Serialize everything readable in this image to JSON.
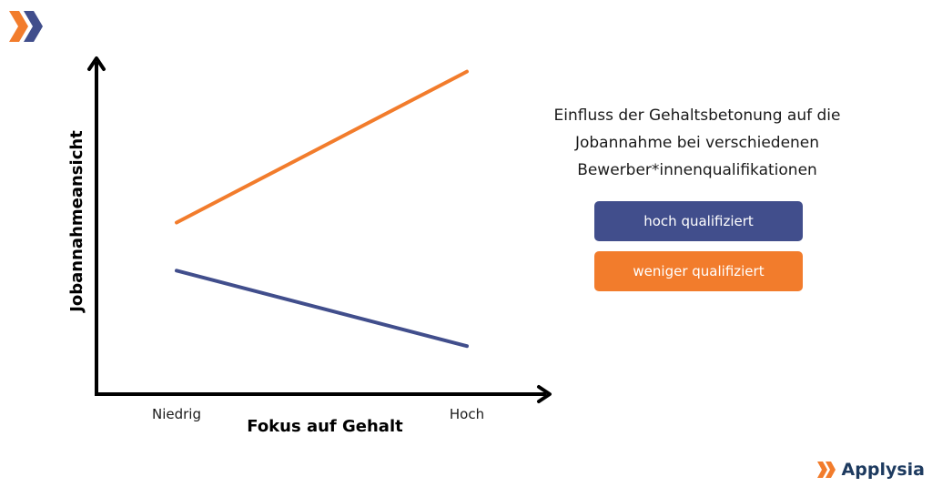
{
  "chart_data": {
    "type": "line",
    "title_lines": [
      "Einfluss der Gehaltsbetonung auf die",
      "Jobannahme bei verschiedenen",
      "Bewerber*innenqualifikationen"
    ],
    "xlabel": "Fokus auf Gehalt",
    "ylabel": "Jobannahmeansicht",
    "categories": [
      "Niedrig",
      "Hoch"
    ],
    "ylim": [
      0,
      10
    ],
    "grid": false,
    "legend_placement": "right",
    "series": [
      {
        "name": "hoch qualifiziert",
        "values": [
          3.6,
          1.4
        ],
        "color": "#414e8c"
      },
      {
        "name": "weniger qualifiziert",
        "values": [
          5.0,
          9.4
        ],
        "color": "#f27c2c"
      }
    ]
  },
  "colors": {
    "accent_orange": "#f27c2c",
    "accent_blue": "#414e8c",
    "brand_dark": "#1d3a5f"
  },
  "icons": {
    "corner": "double-chevron-icon",
    "brand": "double-chevron-icon"
  },
  "brand": {
    "name": "Applysia"
  }
}
